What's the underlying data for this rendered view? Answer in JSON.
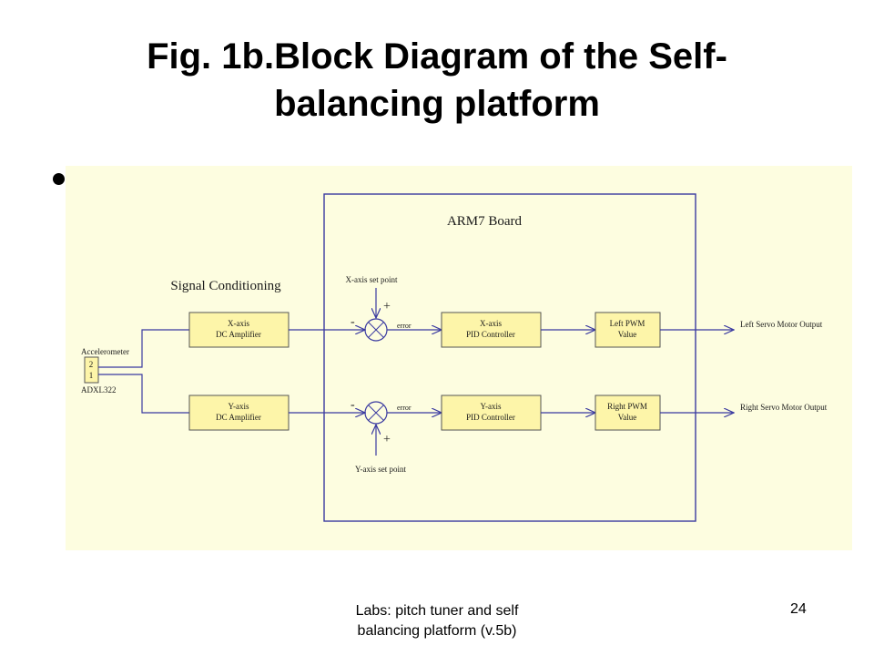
{
  "slide": {
    "title_line1": "Fig. 1b.Block Diagram of the Self-",
    "title_line2": "balancing platform"
  },
  "diagram": {
    "background_color": "#fdfde0",
    "box_fill": "#fdf5a9",
    "line_color": "#3a3aa0",
    "arm_board_label": "ARM7 Board",
    "signal_conditioning_label": "Signal Conditioning",
    "accelerometer": {
      "label": "Accelerometer",
      "part": "ADXL322",
      "pin_top": "2",
      "pin_bottom": "1"
    },
    "x_amp": {
      "line1": "X-axis",
      "line2": "DC Amplifier"
    },
    "y_amp": {
      "line1": "Y-axis",
      "line2": "DC Amplifier"
    },
    "x_pid": {
      "line1": "X-axis",
      "line2": "PID Controller"
    },
    "y_pid": {
      "line1": "Y-axis",
      "line2": "PID Controller"
    },
    "left_pwm": {
      "line1": "Left PWM",
      "line2": "Value"
    },
    "right_pwm": {
      "line1": "Right PWM",
      "line2": "Value"
    },
    "x_setpoint": "X-axis set point",
    "y_setpoint": "Y-axis set point",
    "plus_sign": "+",
    "minus_sign": "-",
    "error_label": "error",
    "left_output": "Left Servo Motor Output",
    "right_output": "Right Servo Motor Output"
  },
  "footer": {
    "line1": "Labs: pitch tuner and self",
    "line2": "balancing platform (v.5b)",
    "page_number": "24"
  }
}
